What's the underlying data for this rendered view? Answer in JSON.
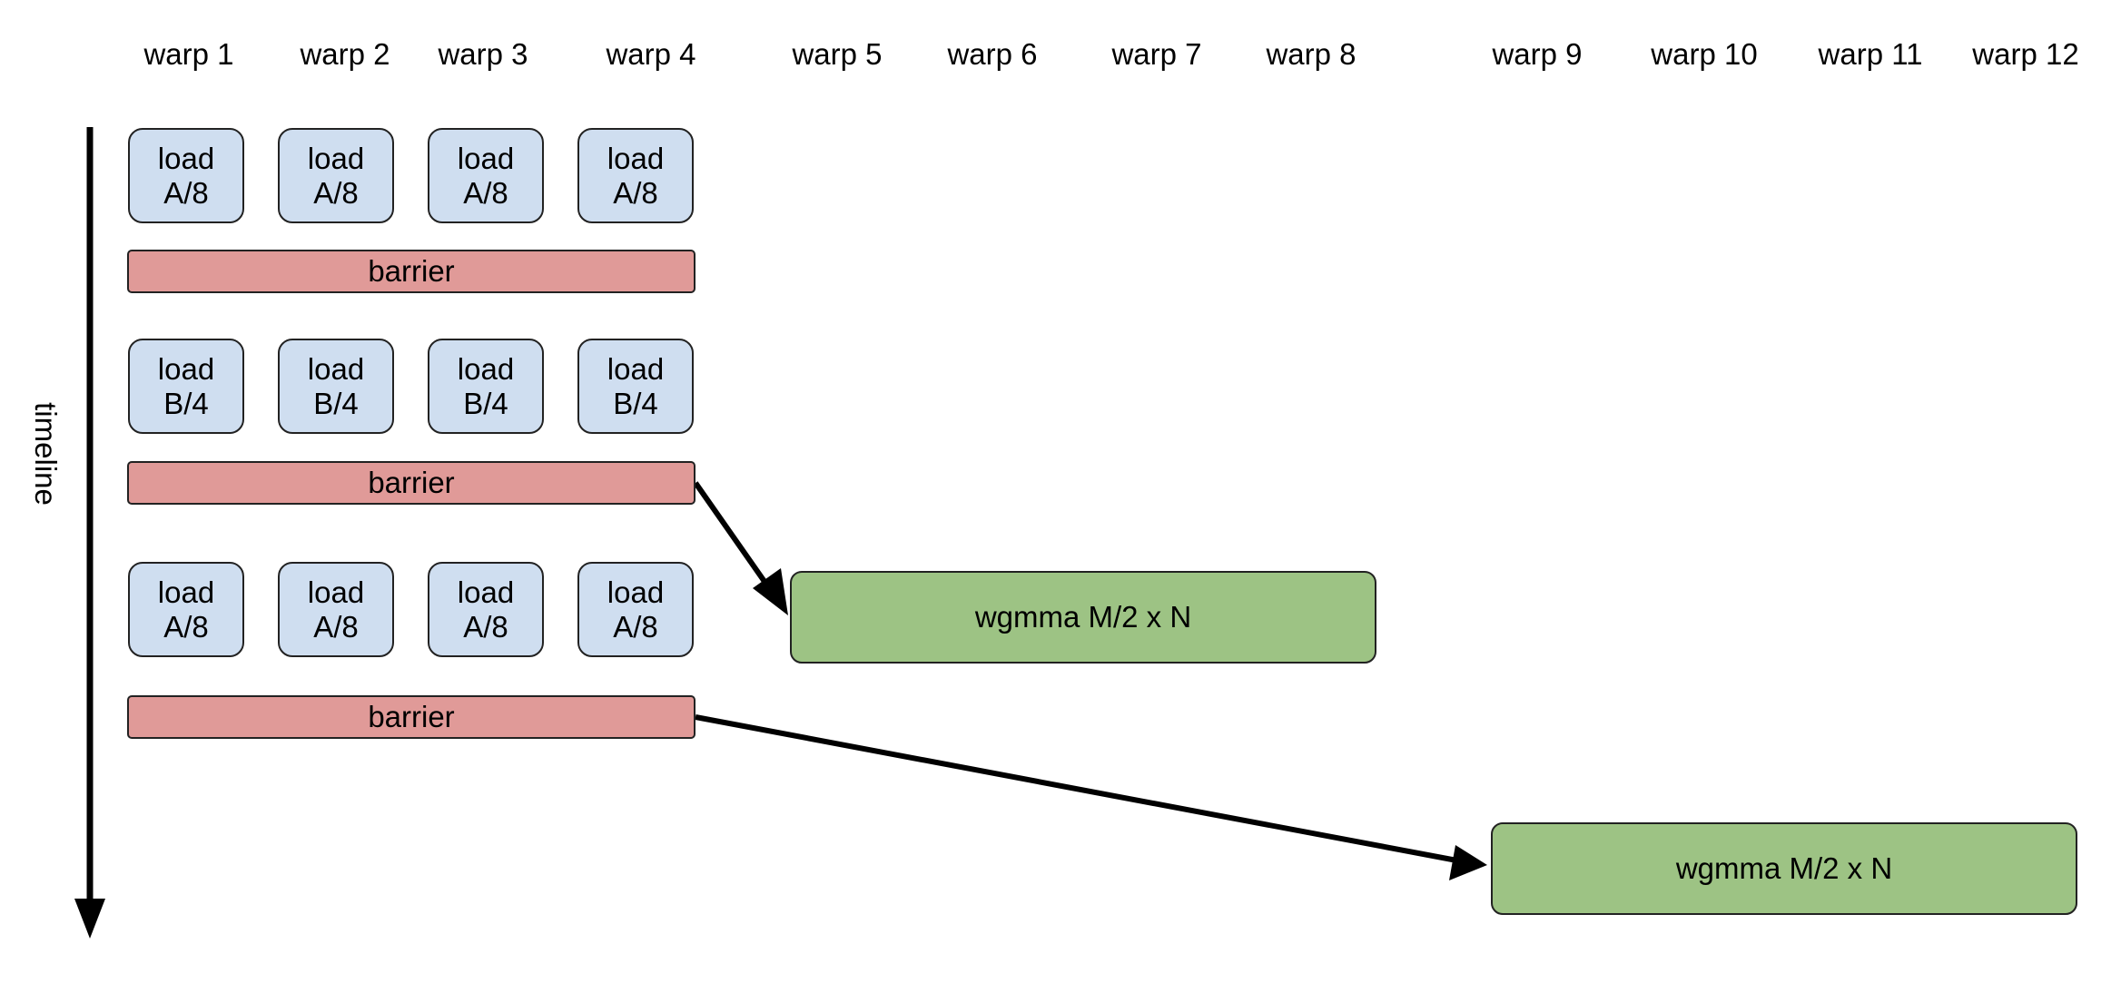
{
  "warps": [
    "warp 1",
    "warp 2",
    "warp 3",
    "warp 4",
    "warp 5",
    "warp 6",
    "warp 7",
    "warp 8",
    "warp 9",
    "warp 10",
    "warp 11",
    "warp 12"
  ],
  "timeline_label": "timeline",
  "load_rows": [
    {
      "line1": "load",
      "line2": "A/8"
    },
    {
      "line1": "load",
      "line2": "B/4"
    },
    {
      "line1": "load",
      "line2": "A/8"
    }
  ],
  "barrier_label": "barrier",
  "wgmma": [
    {
      "label": "wgmma M/2 x N"
    },
    {
      "label": "wgmma M/2 x N"
    }
  ]
}
